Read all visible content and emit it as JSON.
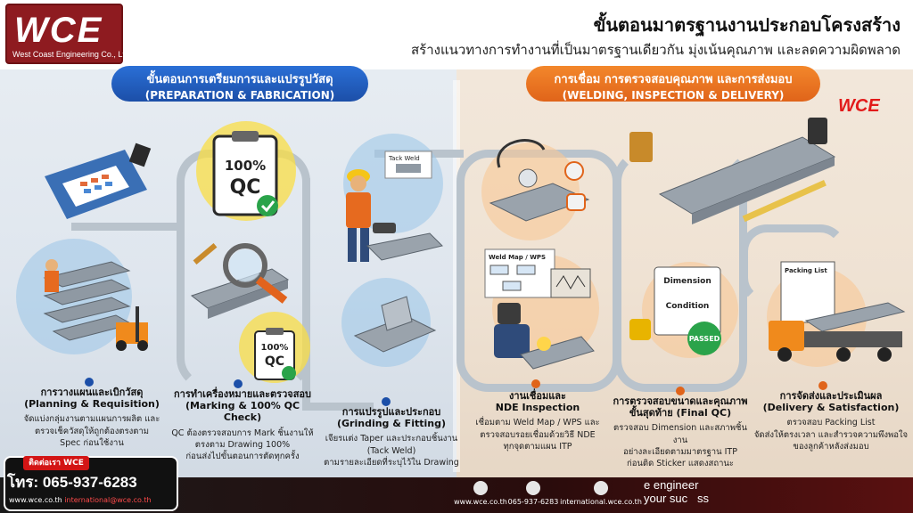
{
  "brand": {
    "logo_text": "WCE",
    "logo_sub": "West Coast Engineering Co., Ltd.",
    "badge": "WCE"
  },
  "header": {
    "title": "ขั้นตอนมาตรฐานงานประกอบโครงสร้าง",
    "subtitle": "สร้างแนวทางการทำงานที่เป็นมาตรฐานเดียวกัน มุ่งเน้นคุณภาพ และลดความผิดพลาด"
  },
  "sections": [
    {
      "th": "ขั้นตอนการเตรียมการและแปรรูปวัสดุ",
      "en": "(PREPARATION & FABRICATION)"
    },
    {
      "th": "การเชื่อม การตรวจสอบคุณภาพ และการส่งมอบ",
      "en": "(WELDING, INSPECTION & DELIVERY)"
    }
  ],
  "illustration_labels": {
    "qc_big": [
      "100%",
      "QC"
    ],
    "qc_small": [
      "100%",
      "QC"
    ],
    "tack_weld": "Tack Weld",
    "weld_map": "Weld Map / WPS",
    "dimension": "Dimension",
    "condition": "Condition",
    "passed": "PASSED",
    "packing_list": "Packing List"
  },
  "steps": [
    {
      "title_th": "การวางแผนและเบิกวัสดุ",
      "title_en": "(Planning & Requisition)",
      "desc": [
        "จัดแบ่งกลุ่มงานตามแผนการผลิต และ",
        "ตรวจเช็ควัสดุให้ถูกต้องตรงตาม",
        "Spec ก่อนใช้งาน"
      ]
    },
    {
      "title_th": "การทำเครื่องหมายและตรวจสอบ",
      "title_en": "(Marking & 100% QC Check)",
      "desc": [
        "QC ต้องตรวจสอบการ Mark ชิ้นงานให้",
        "ตรงตาม Drawing 100%",
        "ก่อนส่งไปขั้นตอนการตัดทุกครั้ง"
      ]
    },
    {
      "title_th": "การแปรรูปและประกอบ",
      "title_en": "(Grinding & Fitting)",
      "desc": [
        "เจียรแต่ง Taper และประกอบชิ้นงาน",
        "(Tack Weld)",
        "ตามรายละเอียดที่ระบุไว้ใน Drawing"
      ]
    },
    {
      "title_th": "งานเชื่อมและ",
      "title_en": "NDE Inspection",
      "desc": [
        "เชื่อมตาม Weld Map / WPS และ",
        "ตรวจสอบรอยเชื่อมด้วยวิธี NDE",
        "ทุกจุดตามแผน ITP"
      ]
    },
    {
      "title_th": "การตรวจสอบขนาดและคุณภาพ",
      "title_en": "ขั้นสุดท้าย (Final QC)",
      "desc": [
        "ตรวจสอบ Dimension และสภาพชิ้นงาน",
        "อย่างละเอียดตามมาตรฐาน ITP",
        "ก่อนติด Sticker แสดงสถานะ"
      ]
    },
    {
      "title_th": "การจัดส่งและประเมินผล",
      "title_en": "(Delivery & Satisfaction)",
      "desc": [
        "ตรวจสอบ Packing List",
        "จัดส่งให้ตรงเวลา และสำรวจความพึงพอใจ",
        "ของลูกค้าหลังส่งมอบ"
      ]
    }
  ],
  "contact": {
    "tag": "ติดต่อเรา WCE",
    "phone": "โทร: 065-937-6283",
    "web": "www.wce.co.th",
    "email": "international@wce.co.th"
  },
  "footer": {
    "items": [
      "www.wce.co.th",
      "065-937-6283",
      "international.wce.co.th"
    ],
    "slogan": [
      "e engineer",
      "your suc   ss"
    ]
  },
  "colors": {
    "prep": "#1c4fa8",
    "weld": "#e0641a",
    "brand_red": "#8e1b20",
    "qc_yellow": "#fade46"
  }
}
